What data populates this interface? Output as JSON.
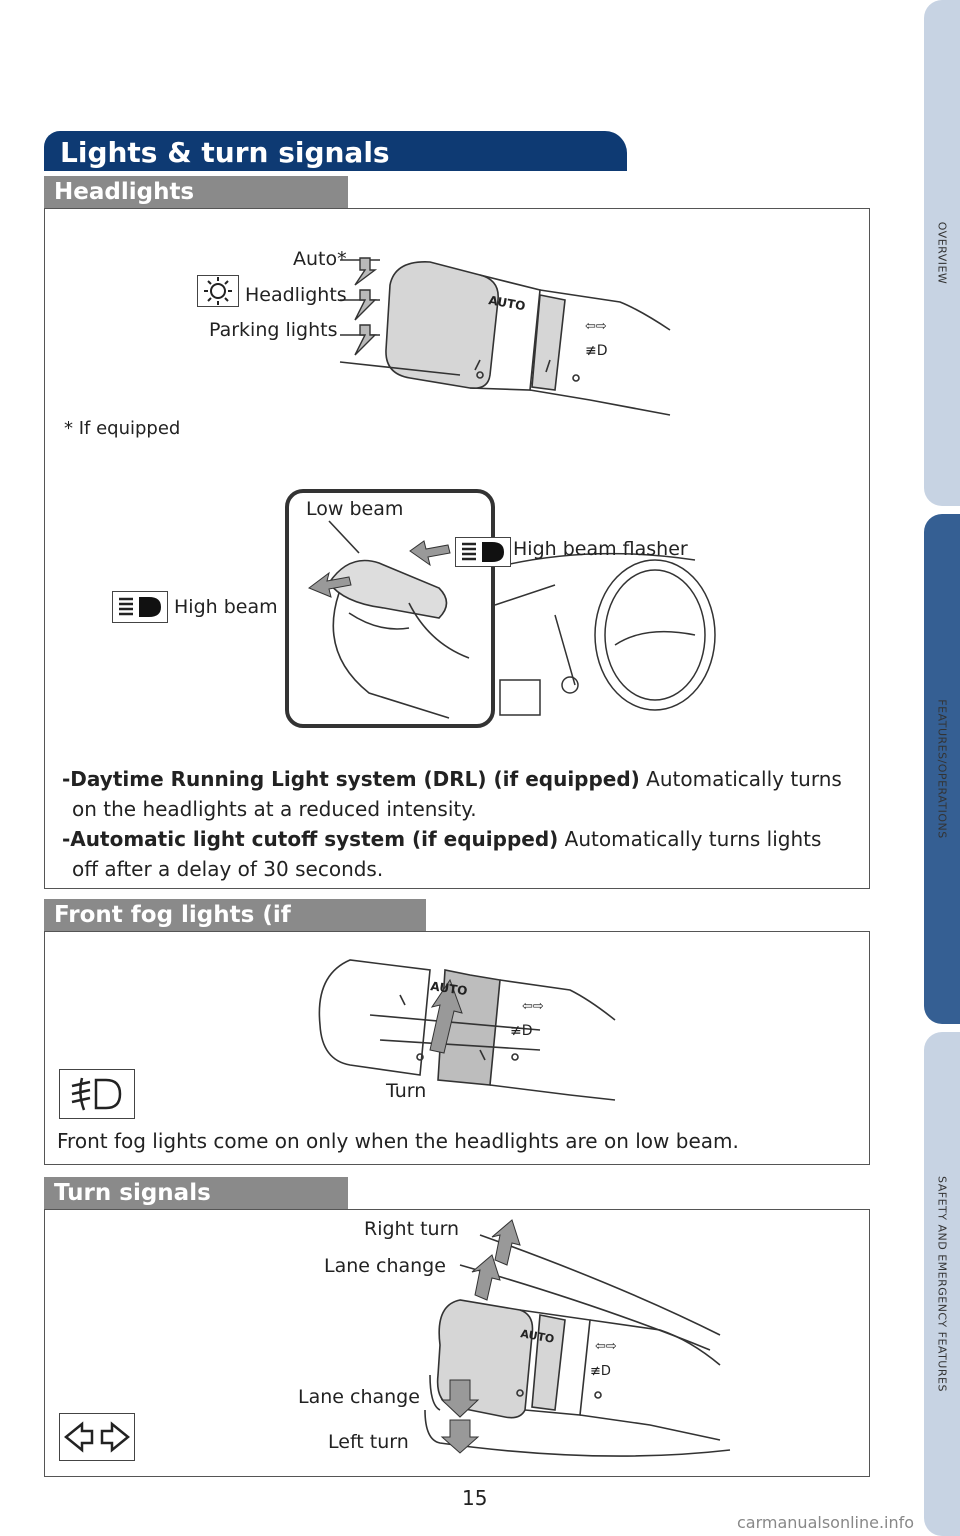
{
  "side_tabs": [
    "OVERVIEW",
    "FEATURES/OPERATIONS",
    "SAFETY AND EMERGENCY FEATURES"
  ],
  "page_title": "Lights & turn signals",
  "headlights": {
    "title": "Headlights",
    "labels": {
      "auto": "Auto*",
      "headlights": "Headlights",
      "parking": "Parking lights",
      "footnote": "* If equipped",
      "low_beam": "Low beam",
      "high_beam_flasher": "High beam flasher",
      "high_beam": "High beam"
    },
    "drl_bold": "-Daytime Running Light system (DRL) (if equipped)",
    "drl_text1": " Automatically turns",
    "drl_text2": "on the headlights at a reduced intensity.",
    "cutoff_bold": "-Automatic light cutoff system (if equipped)",
    "cutoff_text1": " Automatically turns lights",
    "cutoff_text2": "off after a delay of 30 seconds."
  },
  "fog": {
    "title": "Front fog lights (if equipped)",
    "turn_label": "Turn",
    "description": "Front fog lights come on only when the headlights are on low beam."
  },
  "turn_signals": {
    "title": "Turn signals",
    "labels": {
      "right_turn": "Right turn",
      "lane_change_up": "Lane change",
      "lane_change_down": "Lane change",
      "left_turn": "Left turn"
    }
  },
  "page_number": "15",
  "watermark": "carmanualsonline.info"
}
